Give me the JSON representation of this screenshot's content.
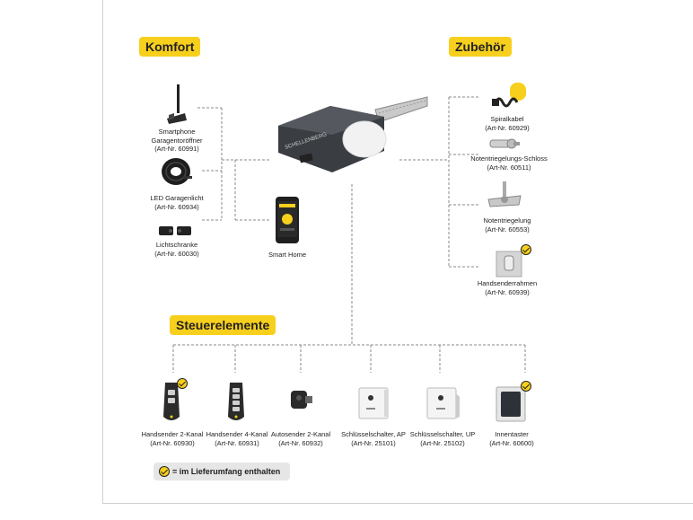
{
  "sections": {
    "komfort": "Komfort",
    "zubehoer": "Zubehör",
    "steuerelemente": "Steuerelemente"
  },
  "komfort_items": [
    {
      "name_lines": [
        "Smartphone",
        "Garagentoröffner"
      ],
      "art": "(Art-Nr. 60991)",
      "included": false,
      "icon": "wifi-antenna"
    },
    {
      "name_lines": [
        "LED Garagenlicht"
      ],
      "art": "(Art-Nr. 60934)",
      "included": false,
      "icon": "led-strip-roll"
    },
    {
      "name_lines": [
        "Lichtschranke"
      ],
      "art": "(Art-Nr. 60030)",
      "included": false,
      "icon": "light-barrier"
    }
  ],
  "smart_home": {
    "label": "Smart Home",
    "icon": "smartphone-app"
  },
  "opener": {
    "brand": "SCHELLENBERG",
    "icon": "garage-door-opener"
  },
  "zubehoer_items": [
    {
      "name_lines": [
        "Spiralkabel"
      ],
      "art": "(Art-Nr. 60929)",
      "included": false,
      "icon": "spiral-cable"
    },
    {
      "name_lines": [
        "Notentriegelungs-Schloss"
      ],
      "art": "(Art-Nr. 60511)",
      "included": false,
      "icon": "lock-cylinder"
    },
    {
      "name_lines": [
        "Notentriegelung"
      ],
      "art": "(Art-Nr. 60553)",
      "included": false,
      "icon": "emergency-release"
    },
    {
      "name_lines": [
        "Handsenderrahmen"
      ],
      "art": "(Art-Nr. 60939)",
      "included": true,
      "icon": "remote-holder"
    }
  ],
  "steuer_items": [
    {
      "name": "Handsender 2-Kanal",
      "art": "(Art-Nr. 60930)",
      "included": true,
      "icon": "remote-2-channel"
    },
    {
      "name": "Handsender 4-Kanal",
      "art": "(Art-Nr. 60931)",
      "included": false,
      "icon": "remote-4-channel"
    },
    {
      "name": "Autosender 2-Kanal",
      "art": "(Art-Nr. 60932)",
      "included": false,
      "icon": "car-transmitter"
    },
    {
      "name": "Schlüsselschalter, AP",
      "art": "(Art-Nr. 25101)",
      "included": false,
      "icon": "key-switch-surface"
    },
    {
      "name": "Schlüsselschalter, UP",
      "art": "(Art-Nr. 25102)",
      "included": false,
      "icon": "key-switch-flush"
    },
    {
      "name": "Innentaster",
      "art": "(Art-Nr. 60600)",
      "included": true,
      "icon": "wall-button"
    }
  ],
  "legend": {
    "text": "= im Lieferumfang enthalten",
    "icon": "check-icon"
  },
  "colors": {
    "accent": "#f7cf1d",
    "line": "#8a8a8a",
    "device": "#3a3d42"
  }
}
